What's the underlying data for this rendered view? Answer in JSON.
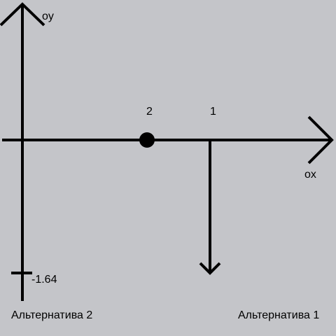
{
  "diagram": {
    "axis_y_label": "oy",
    "axis_x_label": "ox",
    "point_2_label": "2",
    "vector_1_label": "1",
    "tick_label": "-1.64",
    "alternative_2_label": "Альтернатива 2",
    "alternative_1_label": "Альтернатива 1"
  },
  "colors": {
    "background": "#c4c5c9",
    "ink": "#000000"
  }
}
